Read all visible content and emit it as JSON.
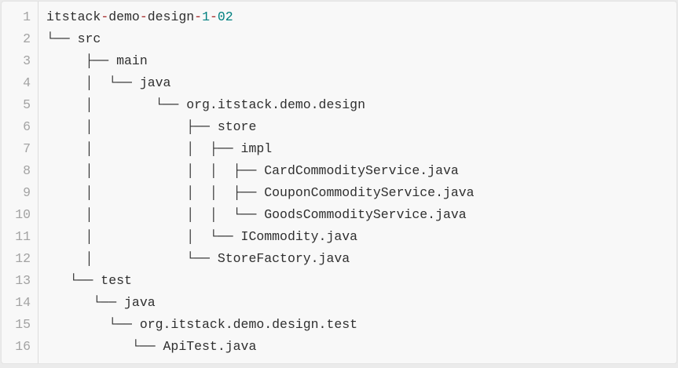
{
  "panel": {
    "background": "#f8f8f8",
    "page_background": "#ebebeb",
    "border_color": "#e3e3e3",
    "gutter_divider_color": "#dcdcdc",
    "line_number_color": "#a3a3a3",
    "text_color": "#2f2f2f",
    "operator_color": "#a52a2a",
    "number_color": "#008080"
  },
  "code_block": {
    "kind": "directory-tree-listing",
    "lines": [
      {
        "num": "1",
        "segments": [
          {
            "text": "itstack",
            "style": "plain"
          },
          {
            "text": "-",
            "style": "operator"
          },
          {
            "text": "demo",
            "style": "plain"
          },
          {
            "text": "-",
            "style": "operator"
          },
          {
            "text": "design",
            "style": "plain"
          },
          {
            "text": "-",
            "style": "operator"
          },
          {
            "text": "1",
            "style": "number"
          },
          {
            "text": "-",
            "style": "operator"
          },
          {
            "text": "02",
            "style": "number"
          }
        ]
      },
      {
        "num": "2",
        "segments": [
          {
            "text": "└── src",
            "style": "plain"
          }
        ]
      },
      {
        "num": "3",
        "segments": [
          {
            "text": "     ├── main",
            "style": "plain"
          }
        ]
      },
      {
        "num": "4",
        "segments": [
          {
            "text": "     │  └── java",
            "style": "plain"
          }
        ]
      },
      {
        "num": "5",
        "segments": [
          {
            "text": "     │        └── org.itstack.demo.design",
            "style": "plain"
          }
        ]
      },
      {
        "num": "6",
        "segments": [
          {
            "text": "     │            ├── store",
            "style": "plain"
          }
        ]
      },
      {
        "num": "7",
        "segments": [
          {
            "text": "     │            │  ├── impl",
            "style": "plain"
          }
        ]
      },
      {
        "num": "8",
        "segments": [
          {
            "text": "     │            │  │  ├── CardCommodityService.java",
            "style": "plain"
          }
        ]
      },
      {
        "num": "9",
        "segments": [
          {
            "text": "     │            │  │  ├── CouponCommodityService.java",
            "style": "plain"
          }
        ]
      },
      {
        "num": "10",
        "segments": [
          {
            "text": "     │            │  │  └── GoodsCommodityService.java",
            "style": "plain"
          }
        ]
      },
      {
        "num": "11",
        "segments": [
          {
            "text": "     │            │  └── ICommodity.java",
            "style": "plain"
          }
        ]
      },
      {
        "num": "12",
        "segments": [
          {
            "text": "     │            └── StoreFactory.java",
            "style": "plain"
          }
        ]
      },
      {
        "num": "13",
        "segments": [
          {
            "text": "   └── test",
            "style": "plain"
          }
        ]
      },
      {
        "num": "14",
        "segments": [
          {
            "text": "      └── java",
            "style": "plain"
          }
        ]
      },
      {
        "num": "15",
        "segments": [
          {
            "text": "        └── org.itstack.demo.design.test",
            "style": "plain"
          }
        ]
      },
      {
        "num": "16",
        "segments": [
          {
            "text": "           └── ApiTest.java",
            "style": "plain"
          }
        ]
      }
    ]
  }
}
